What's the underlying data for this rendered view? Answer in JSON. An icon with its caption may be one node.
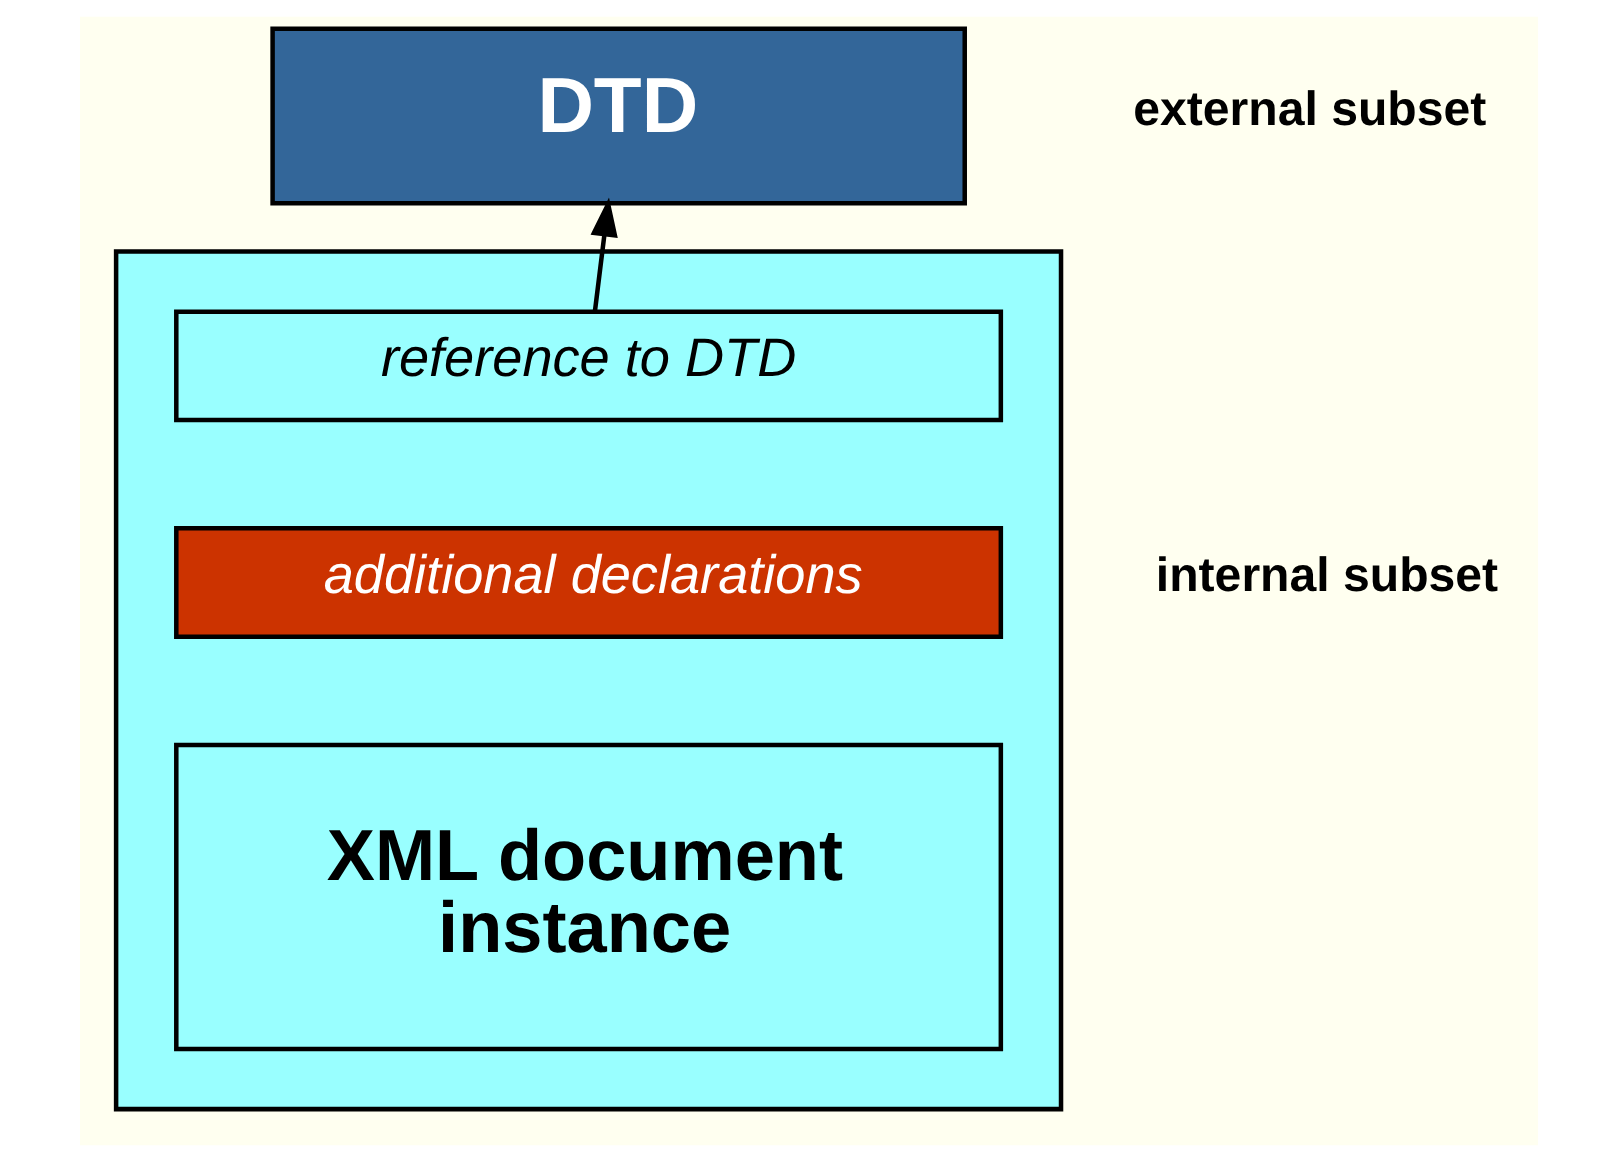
{
  "diagram": {
    "nodes": [
      {
        "text": [
          "DTD"
        ]
      },
      {
        "text": [],
        "shape": "box"
      },
      {
        "text": [
          "reference to DTD"
        ],
        "in": 1
      },
      {
        "text": [
          "additional declarations"
        ],
        "in": 1
      },
      {
        "text": [
          "XML document instance"
        ],
        "in": 1
      }
    ],
    "edges": [
      {
        "from": 2,
        "to": 0,
        "arrow": "to"
      }
    ],
    "labels": [
      "external subset",
      "internal subset"
    ]
  }
}
